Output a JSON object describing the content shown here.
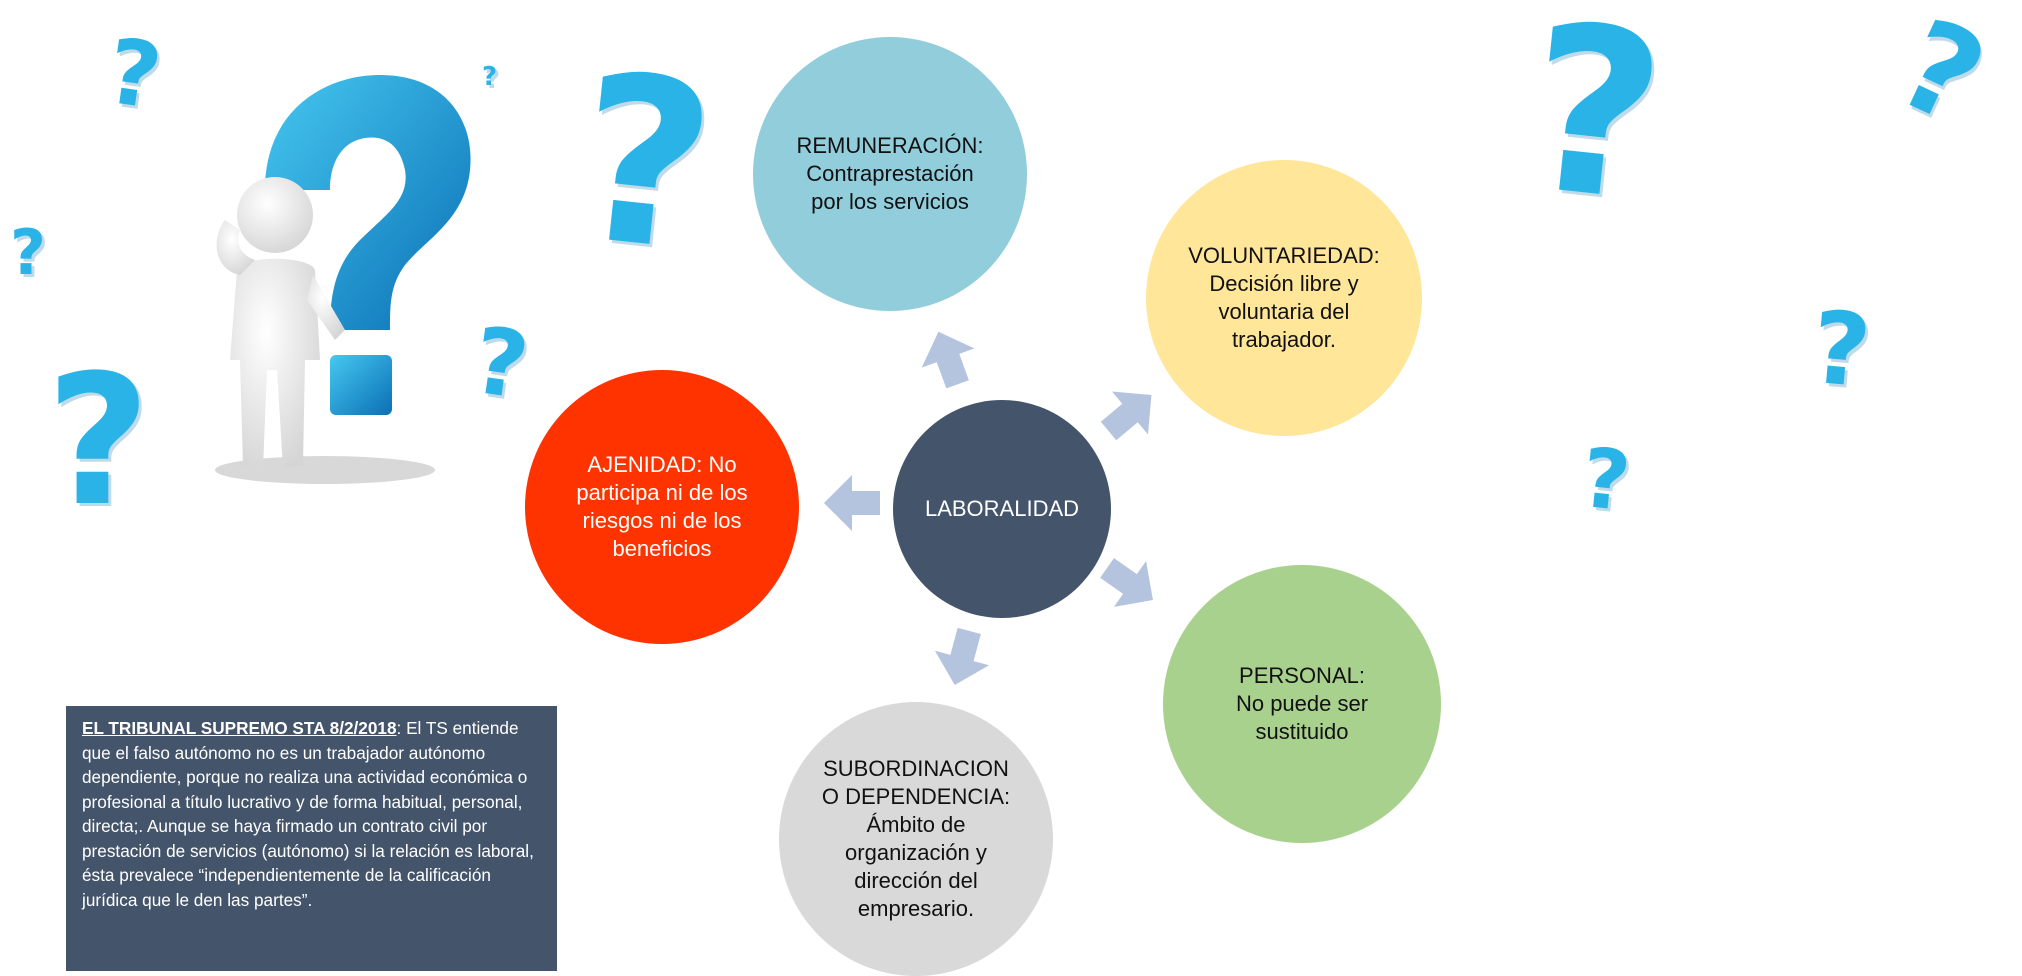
{
  "diagram": {
    "center": {
      "label": "LABORALIDAD",
      "color": "#44546a"
    },
    "nodes": [
      {
        "id": "remuneracion",
        "text": "REMUNERACIÓN:\nContraprestación\npor los servicios",
        "color": "#92cddc"
      },
      {
        "id": "voluntariedad",
        "text": "VOLUNTARIEDAD:\nDecisión libre y\nvoluntaria del\ntrabajador.",
        "color": "#ffe699"
      },
      {
        "id": "personal",
        "text": "PERSONAL:\nNo puede ser\nsustituido",
        "color": "#a9d18e"
      },
      {
        "id": "subordinacion",
        "text": "SUBORDINACION\nO DEPENDENCIA:\nÁmbito de\norganización y\ndirección del\nempresario.",
        "color": "#d9d9d9"
      },
      {
        "id": "ajenidad",
        "text": "AJENIDAD:  No\nparticipa ni de los\nriesgos ni de los\nbeneficios",
        "color": "#ff3300"
      }
    ],
    "arrow_color": "#b4c3de"
  },
  "note": {
    "title": "EL TRIBUNAL SUPREMO STA 8/2/2018",
    "body": ": El TS entiende que el falso autónomo no es un trabajador autónomo dependiente, porque no realiza una actividad económica o profesional a título lucrativo y de forma habitual, personal, directa;. Aunque se haya firmado un contrato civil por prestación de servicios (autónomo) si la relación es laboral, ésta prevalece “independientemente de la calificación jurídica que le den las partes”."
  },
  "decoration": {
    "question_mark": "?",
    "question_color": "#2ab3e6"
  }
}
